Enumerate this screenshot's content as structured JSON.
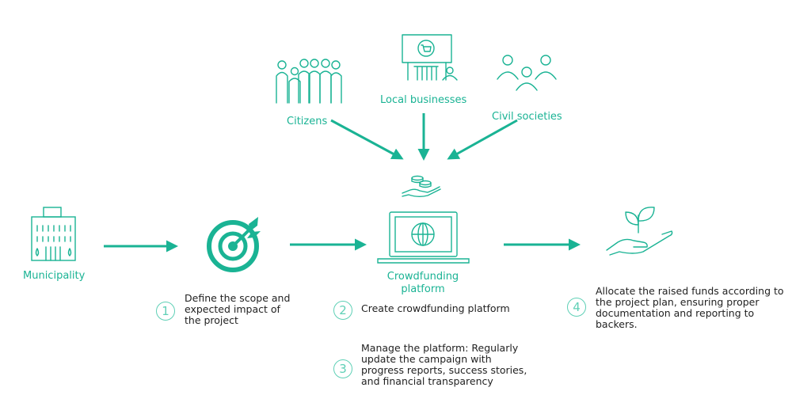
{
  "colors": {
    "accent": "#1ab394",
    "text": "#222222"
  },
  "nodes": {
    "citizens": "Citizens",
    "local_businesses": "Local businesses",
    "civil_societies": "Civil societies",
    "municipality": "Municipality",
    "platform": "Crowdfunding platform"
  },
  "icons": {
    "citizens": "group-of-people-icon",
    "local_businesses": "shop-icon",
    "civil_societies": "community-icon",
    "municipality": "building-icon",
    "target": "target-icon",
    "coins": "coins-hand-icon",
    "platform": "laptop-globe-icon",
    "growth": "hand-plant-icon"
  },
  "steps": [
    {
      "number": "1",
      "text": "Define the scope and expected impact of the project"
    },
    {
      "number": "2",
      "text": "Create crowdfunding platform"
    },
    {
      "number": "3",
      "text": "Manage the platform: Regularly update the campaign with progress reports, success stories, and financial transparency"
    },
    {
      "number": "4",
      "text": "Allocate the raised funds according to the project plan, ensuring proper documentation and reporting to backers."
    }
  ]
}
